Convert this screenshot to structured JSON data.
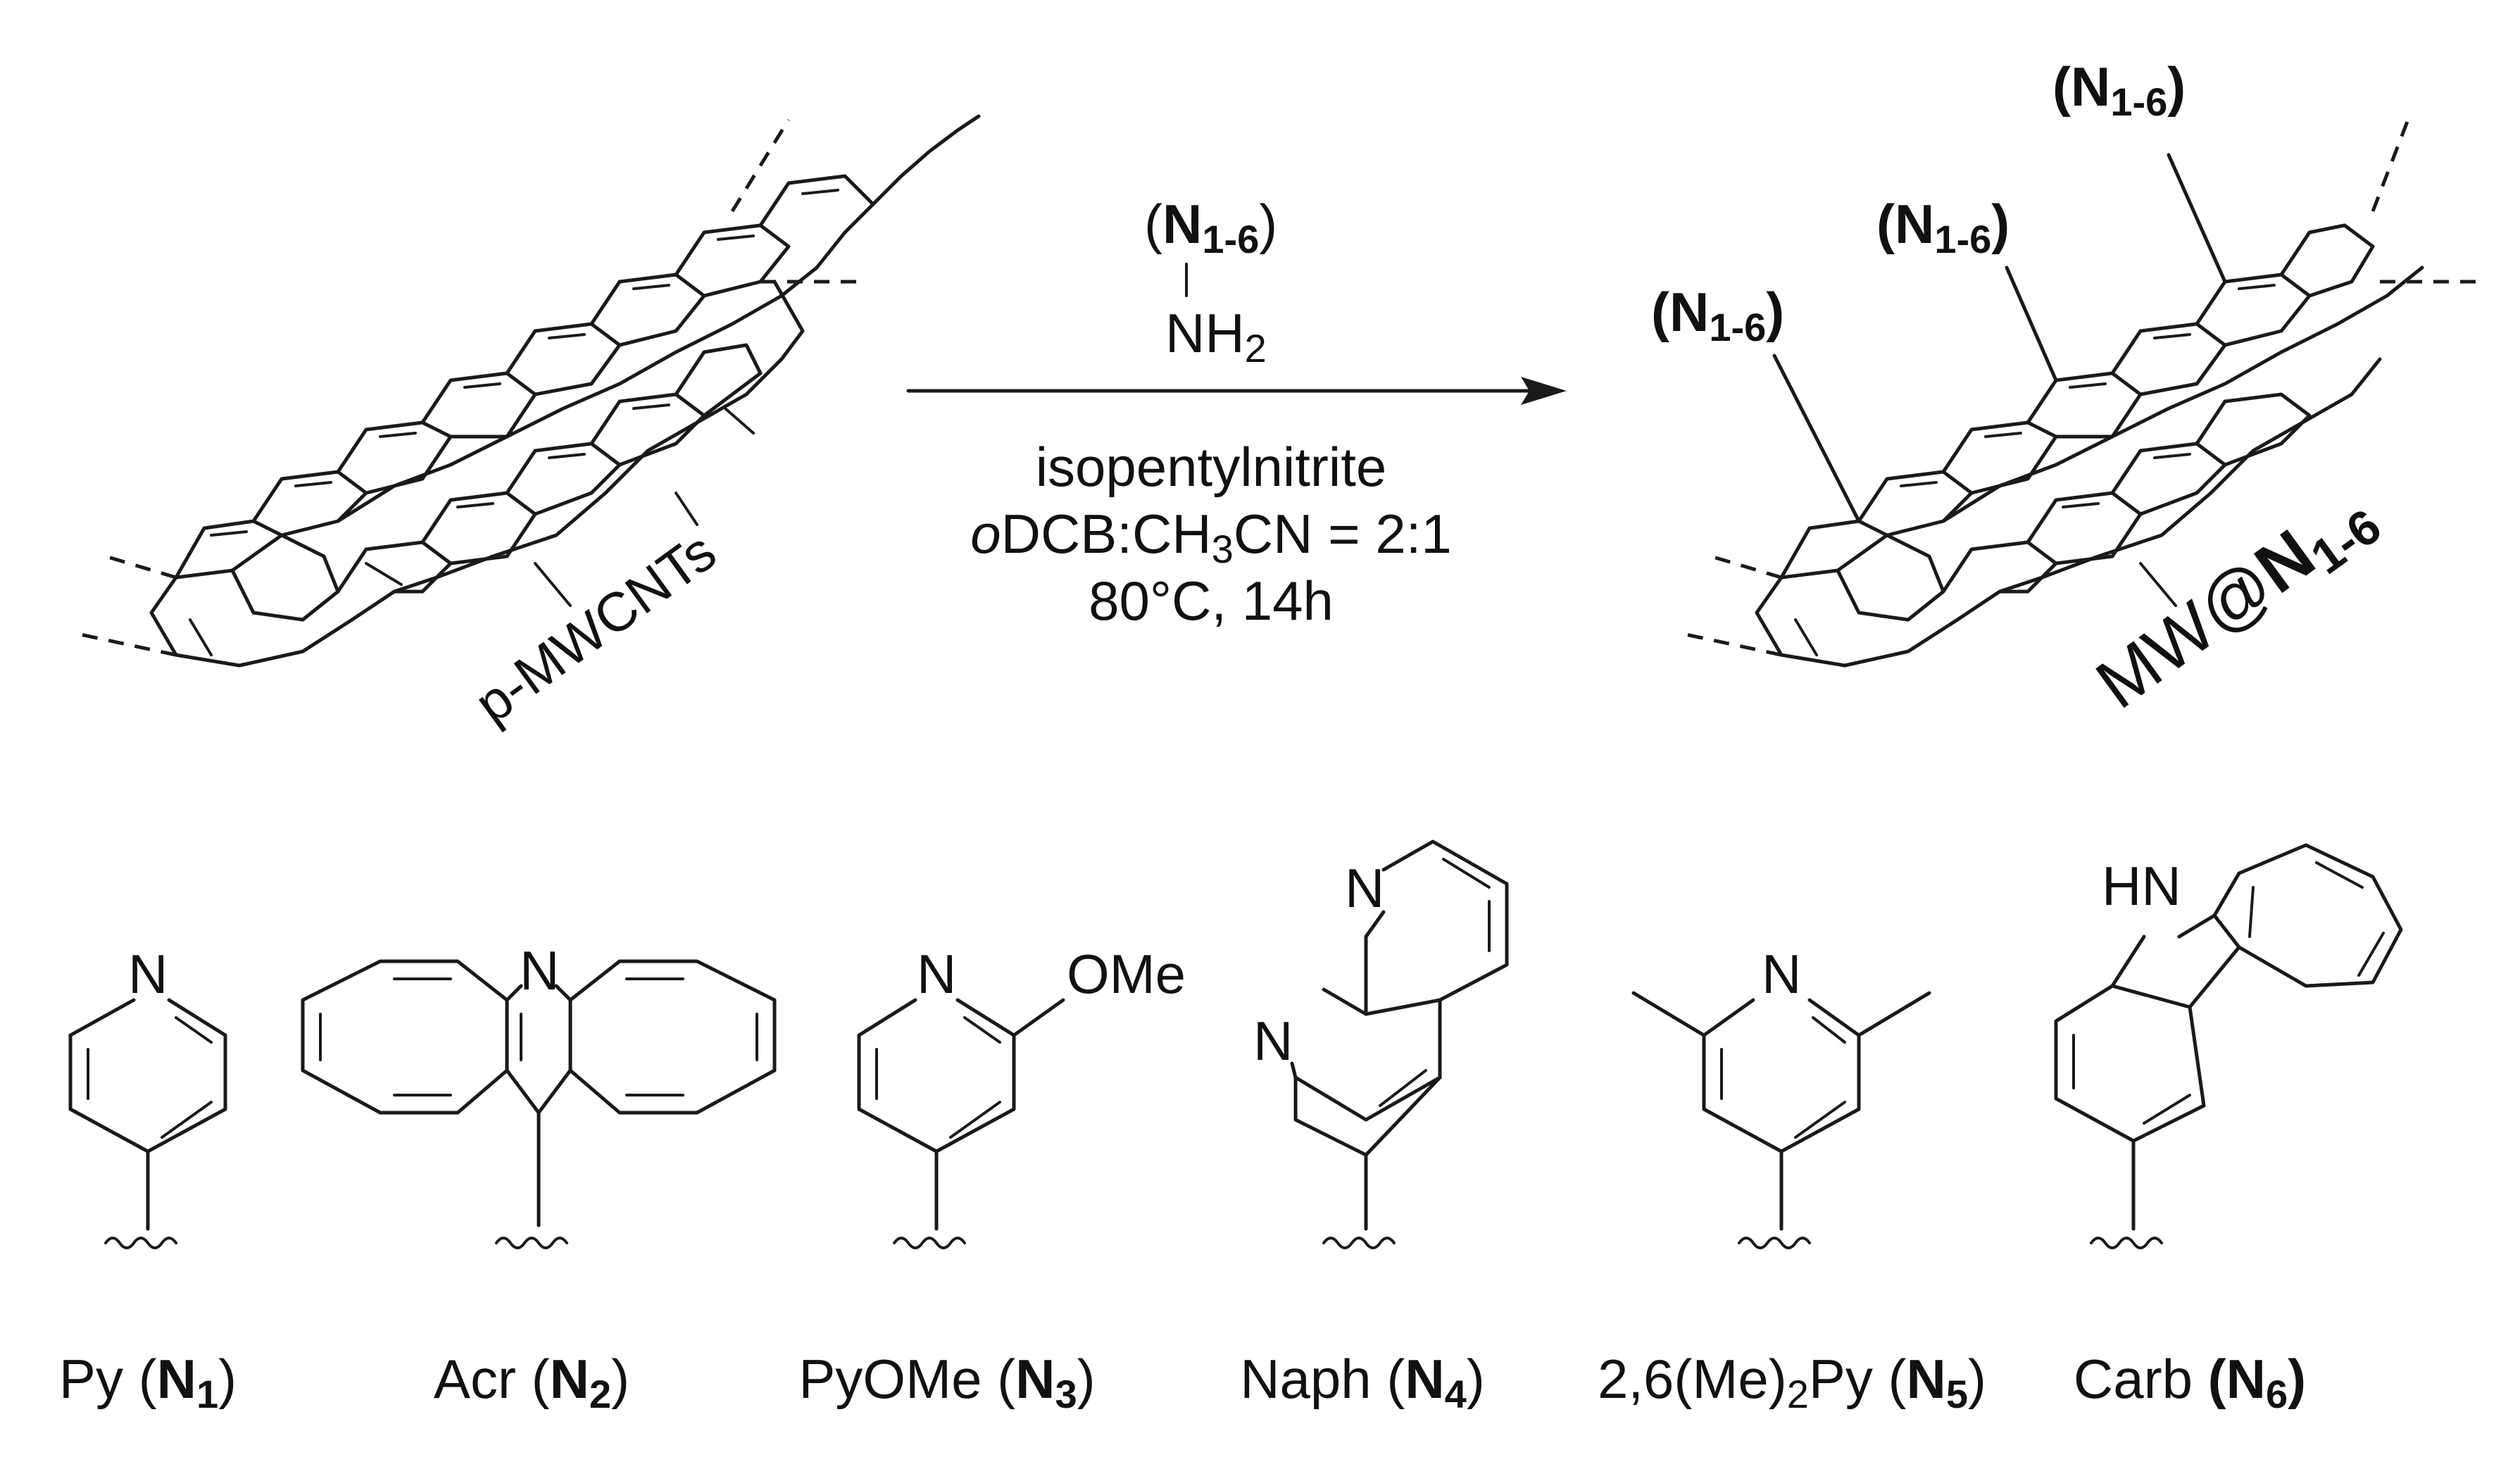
{
  "reagent": {
    "open": "(",
    "group": "N",
    "sub": "1-6",
    "close": ")",
    "amine": "NH",
    "amine_sub": "2"
  },
  "conditions": {
    "line1": "isopentylnitrite",
    "line2_italic": "o",
    "line2_a": "DCB:CH",
    "line2_sub": "3",
    "line2_b": "CN = 2:1",
    "line3": "80°C, 14h"
  },
  "start_label": "p-MWCNTs",
  "product_label": {
    "prefix": "MW@",
    "group": "N",
    "sub": "1-6"
  },
  "product_groups": [
    {
      "open": "(",
      "group": "N",
      "sub": "1-6",
      "close": ")"
    },
    {
      "open": "(",
      "group": "N",
      "sub": "1-6",
      "close": ")"
    },
    {
      "open": "(",
      "group": "N",
      "sub": "1-6",
      "close": ")"
    }
  ],
  "atoms": {
    "n1": "N",
    "n2": "N",
    "n3": "N",
    "ome": "OMe",
    "n4a": "N",
    "n4b": "N",
    "n5": "N",
    "hn": "HN"
  },
  "ligands": [
    {
      "name": "Py (",
      "bold": "N",
      "sub": "1",
      "close": ")"
    },
    {
      "name": "Acr (",
      "bold": "N",
      "sub": "2",
      "close": ")"
    },
    {
      "name": "PyOMe (",
      "bold": "N",
      "sub": "3",
      "close": ")"
    },
    {
      "name": "Naph (",
      "bold": "N",
      "sub": "4",
      "close": ")"
    },
    {
      "name": "2,6(Me)",
      "name_sub": "2",
      "name2": "Py (",
      "bold": "N",
      "sub": "5",
      "close": ")"
    },
    {
      "name": "Carb ",
      "bold": "(N",
      "sub": "6",
      "close": ")"
    }
  ]
}
